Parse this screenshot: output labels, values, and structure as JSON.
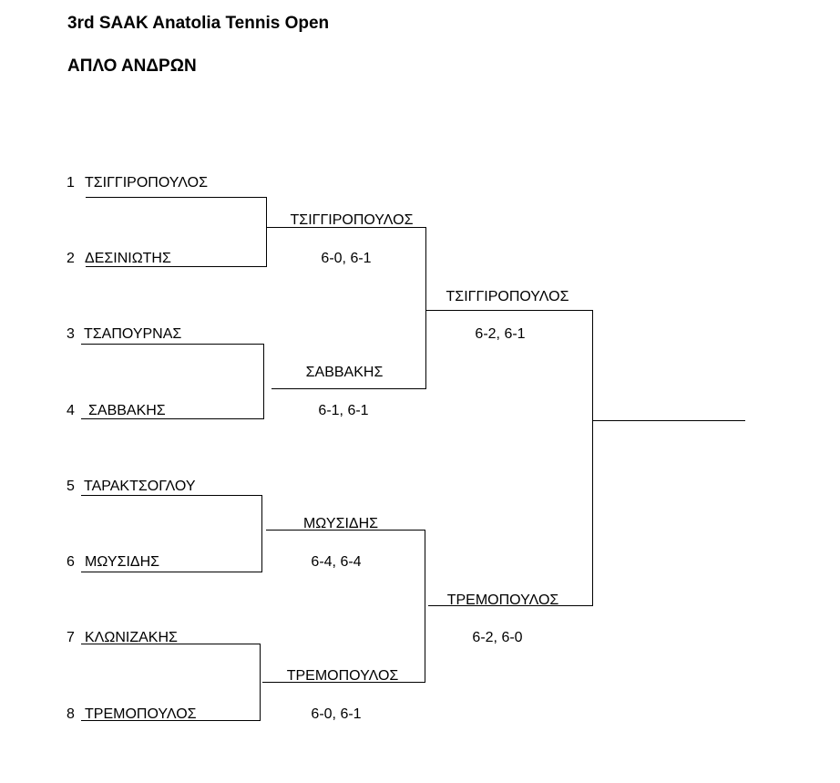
{
  "header": {
    "title": "3rd SAAK Anatolia Tennis Open",
    "subtitle": "ΑΠΛΟ ΑΝΔΡΩΝ"
  },
  "draw": {
    "round1": [
      {
        "seed": "1",
        "name": "ΤΣΙΓΓΙΡΟΠΟΥΛΟΣ"
      },
      {
        "seed": "2",
        "name": "ΔΕΣΙΝΙΩΤΗΣ"
      },
      {
        "seed": "3",
        "name": "ΤΣΑΠΟΥΡΝΑΣ"
      },
      {
        "seed": "4",
        "name": "ΣΑΒΒΑΚΗΣ"
      },
      {
        "seed": "5",
        "name": "ΤΑΡΑΚΤΣΟΓΛΟΥ"
      },
      {
        "seed": "6",
        "name": "ΜΩΥΣΙΔΗΣ"
      },
      {
        "seed": "7",
        "name": "ΚΛΩΝΙΖΑΚΗΣ"
      },
      {
        "seed": "8",
        "name": "ΤΡΕΜΟΠΟΥΛΟΣ"
      }
    ],
    "round2": [
      {
        "winner": "ΤΣΙΓΓΙΡΟΠΟΥΛΟΣ",
        "score": "6-0, 6-1"
      },
      {
        "winner": "ΣΑΒΒΑΚΗΣ",
        "score": "6-1, 6-1"
      },
      {
        "winner": "ΜΩΥΣΙΔΗΣ",
        "score": "6-4, 6-4"
      },
      {
        "winner": "ΤΡΕΜΟΠΟΥΛΟΣ",
        "score": "6-0, 6-1"
      }
    ],
    "semifinals": [
      {
        "winner": "ΤΣΙΓΓΙΡΟΠΟΥΛΟΣ",
        "score": "6-2, 6-1"
      },
      {
        "winner": "ΤΡΕΜΟΠΟΥΛΟΣ",
        "score": "6-2, 6-0"
      }
    ]
  }
}
